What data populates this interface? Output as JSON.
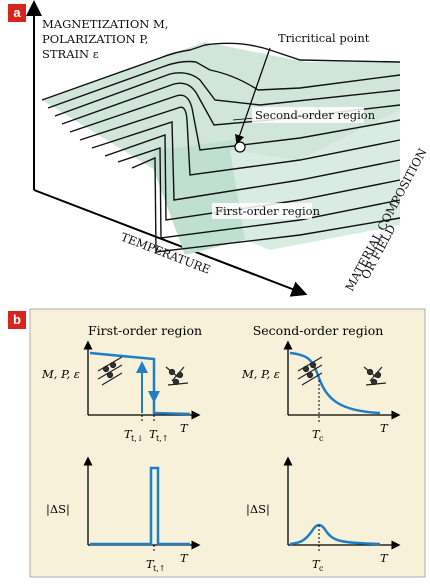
{
  "panel_a": {
    "badge": "a",
    "y_axis_label": [
      "MAGNETIZATION M,",
      "POLARIZATION P,",
      "STRAIN ε"
    ],
    "x_axis_label": "TEMPERATURE",
    "z_axis_label": [
      "MATERIAL COMPOSITION",
      "OR FIELD"
    ],
    "labels": {
      "tricritical": "Tricritical point",
      "second_order": "Second-order region",
      "first_order": "First-order region"
    }
  },
  "panel_b": {
    "badge": "b",
    "background_color": "#f7f1d9",
    "accent_color": "#1f7fc4",
    "left_title": "First-order region",
    "right_title": "Second-order region",
    "y_label_top": "M, P, ε",
    "y_label_bottom": "|ΔS|",
    "x_label": "T",
    "ticks_first": [
      "T",
      "t,↓",
      "T",
      "t,↑"
    ],
    "tick_first_entropy": [
      "T",
      "t,↑"
    ],
    "tick_second": [
      "T",
      "c"
    ]
  }
}
